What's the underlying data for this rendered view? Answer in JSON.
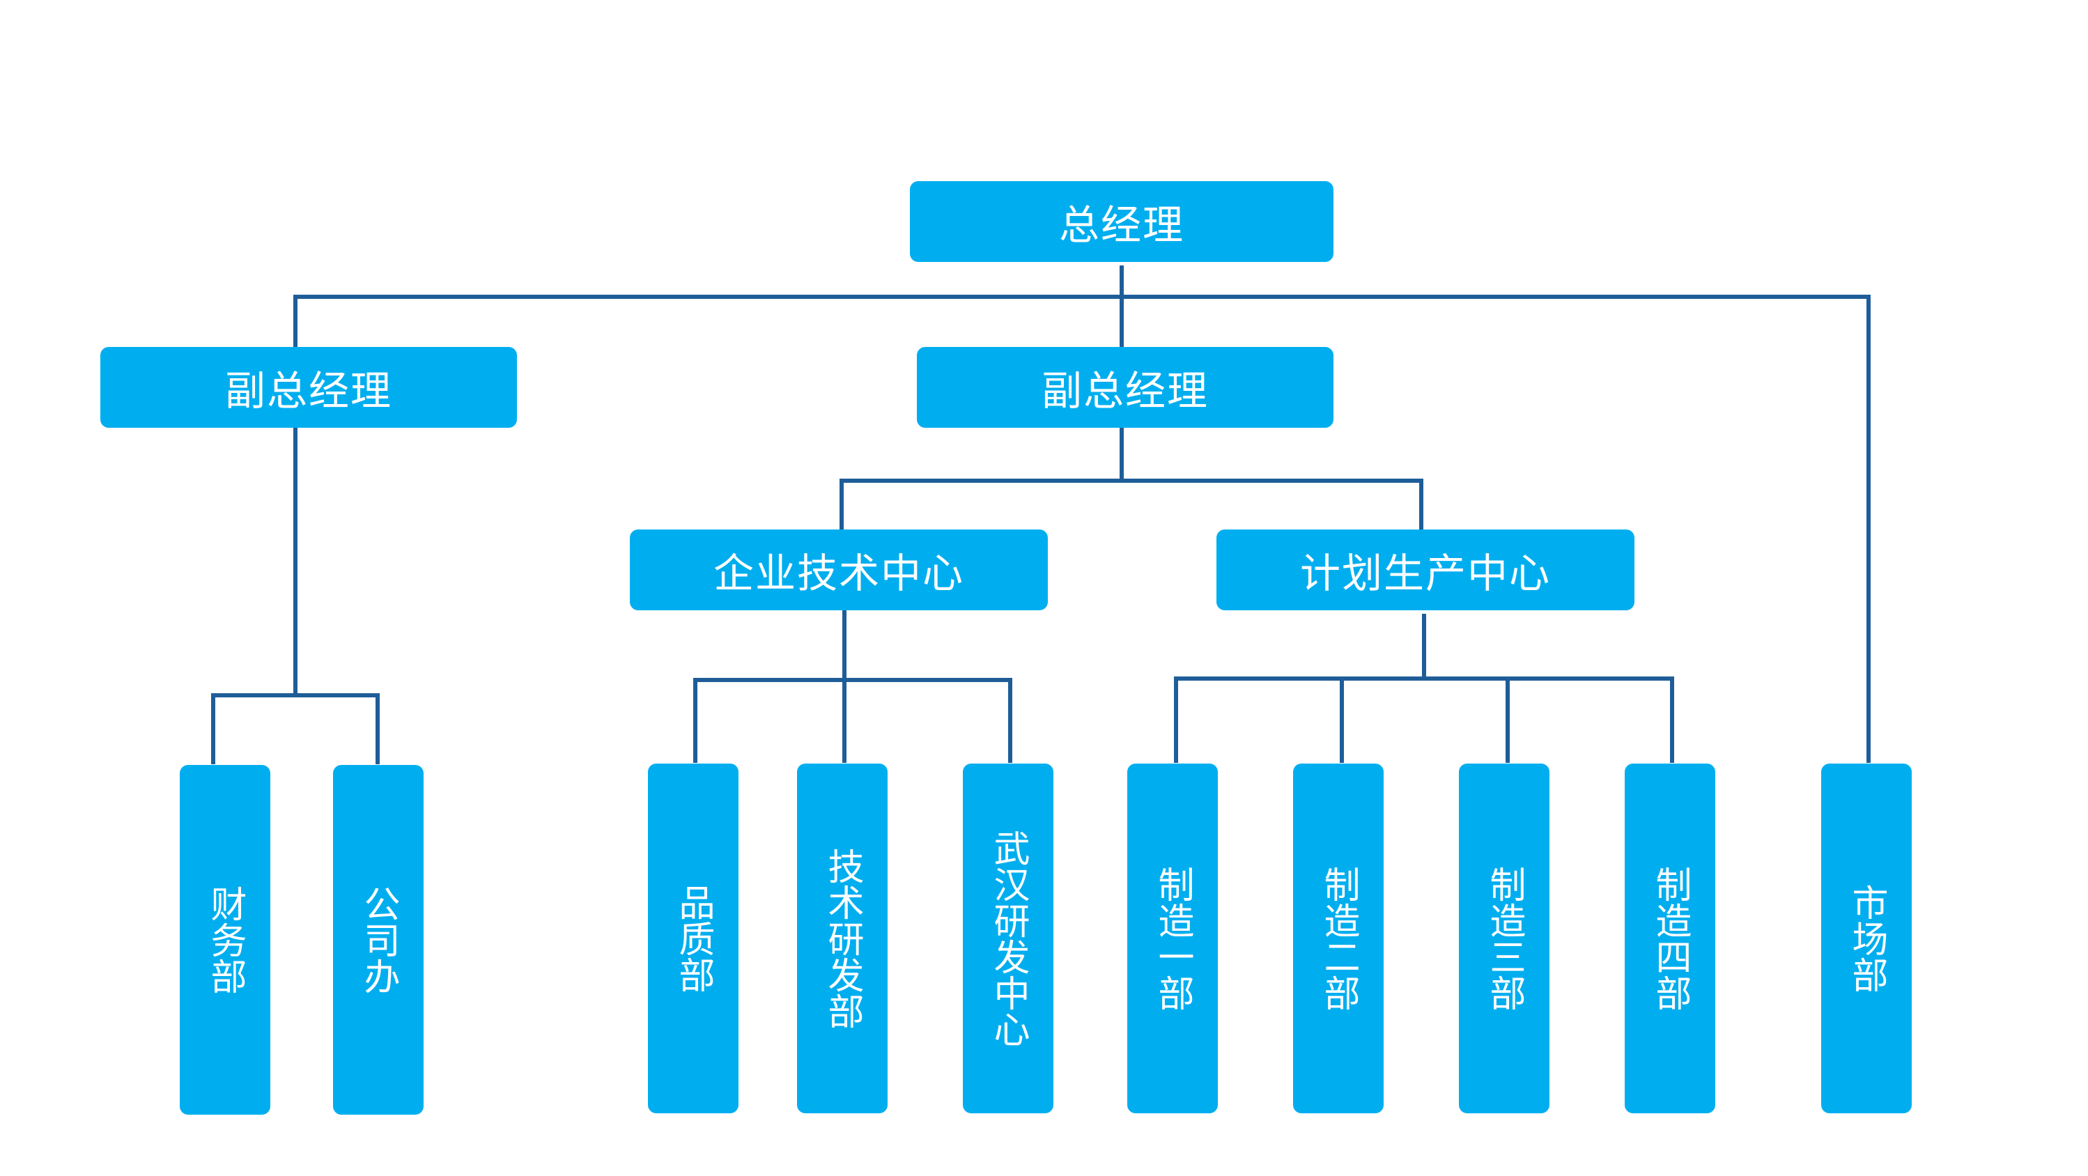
{
  "colors": {
    "box_fill": "#00aeef",
    "box_text": "#ffffff",
    "connector": "#1f5d99"
  },
  "org": {
    "general_manager": "总经理",
    "deputy_left": "副总经理",
    "deputy_center": "副总经理",
    "tech_center": "企业技术中心",
    "production_center": "计划生产中心",
    "finance": "财务部",
    "office": "公司办",
    "quality": "品质部",
    "rnd": "技术研发部",
    "wuhan_rnd": "武汉研发中心",
    "mfg1": "制造一部",
    "mfg2": "制造二部",
    "mfg3": "制造三部",
    "mfg4": "制造四部",
    "marketing": "市场部"
  }
}
